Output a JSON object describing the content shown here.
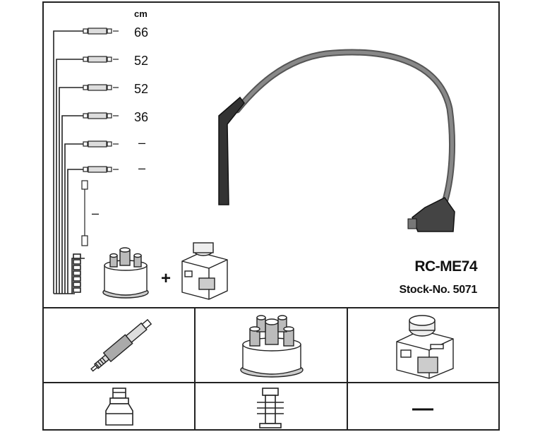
{
  "diagram": {
    "length_unit": "cm",
    "lead_lengths": [
      "66",
      "52",
      "52",
      "36",
      "–",
      "–"
    ],
    "coil_lead_length": "–",
    "model": "RC-ME74",
    "stock_number": "Stock-No. 5071",
    "plus_sign": "+",
    "empty_cell_mark": "—",
    "components": [
      {
        "icon": "spark-plug-icon"
      },
      {
        "icon": "distributor-cap-icon"
      },
      {
        "icon": "ignition-coil-icon"
      },
      {
        "icon": "plug-terminal-icon"
      },
      {
        "icon": "cap-terminal-icon"
      }
    ]
  }
}
